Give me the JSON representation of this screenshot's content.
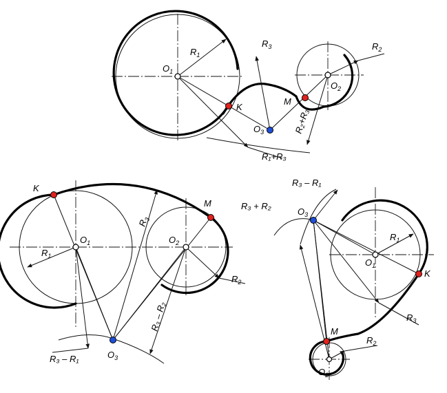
{
  "labels": {
    "O1": [
      "O",
      "1"
    ],
    "O2": [
      "O",
      "2"
    ],
    "O3": [
      "O",
      "3"
    ],
    "R1": [
      "R",
      "1"
    ],
    "R2": [
      "R",
      "2"
    ],
    "R3": [
      "R",
      "3"
    ],
    "K": "K",
    "M": "M",
    "R1_plus_R3": "R₁+R₃",
    "R2_plus_R3": "R₂+R₃",
    "R3_minus_R1": "R₃ – R₁",
    "R3_minus_R2": "R₃ – R₂",
    "R3_plus_R2": "R₃ + R₂"
  },
  "colors": {
    "tangent_point": "#e0221e",
    "arc_center": "#1e4fd8",
    "circle_center": "#ffffff"
  }
}
